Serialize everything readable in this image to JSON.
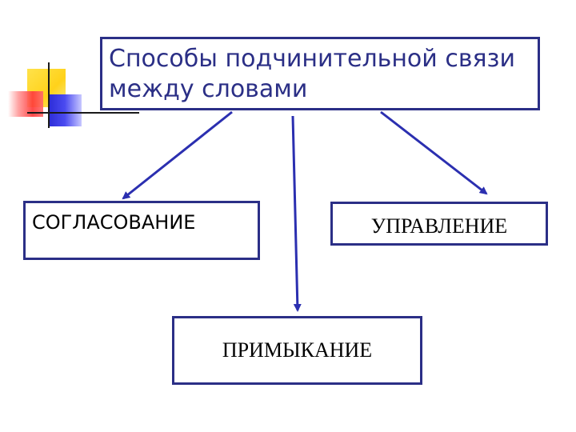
{
  "title": {
    "line1": "Способы подчинительной связи",
    "line2": "между словами"
  },
  "nodes": {
    "soglasovanie": "СОГЛАСОВАНИЕ",
    "upravlenie": "УПРАВЛЕНИЕ",
    "primykanie": "ПРИМЫКАНИЕ"
  },
  "colors": {
    "border": "#2b2f86",
    "arrow": "#2b2fb0",
    "title_text": "#2b2f86"
  }
}
